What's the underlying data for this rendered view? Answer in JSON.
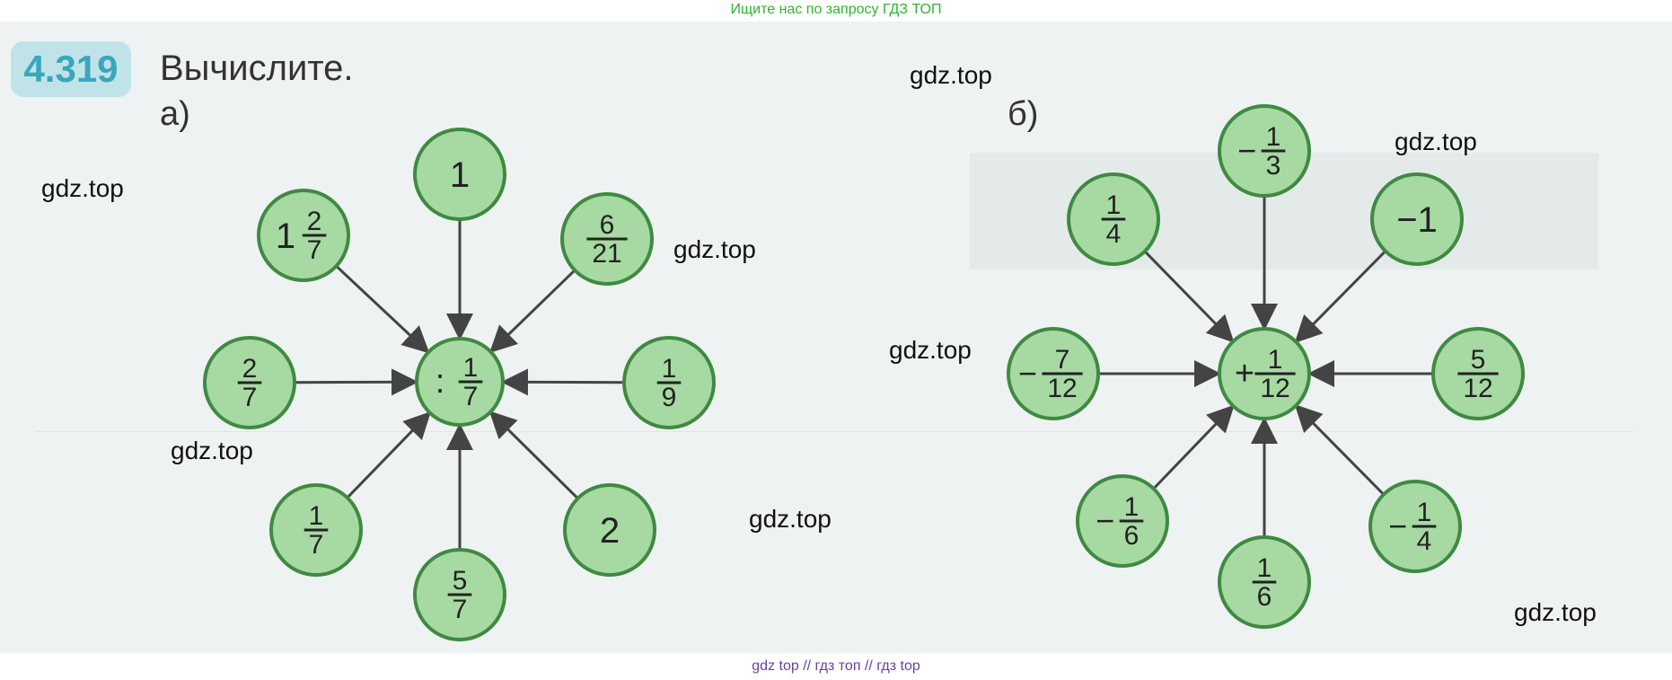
{
  "banner": {
    "top_text": "Ищите нас по запросу ГДЗ ТОП",
    "bottom_text": "gdz top  //  гдз топ  //  гдз top"
  },
  "task": {
    "number": "4.319",
    "instruction": "Вычислите.",
    "part_a_label": "а)",
    "part_b_label": "б)"
  },
  "watermarks": [
    "gdz.top",
    "gdz.top",
    "gdz.top",
    "gdz.top",
    "gdz.top",
    "gdz.top",
    "gdz.top",
    "gdz.top"
  ],
  "diagram_a": {
    "center": {
      "op": ":",
      "n": "1",
      "d": "7"
    },
    "nodes": [
      {
        "whole": "1"
      },
      {
        "sign": "",
        "int": "1",
        "n": "2",
        "d": "7"
      },
      {
        "n": "6",
        "d": "21"
      },
      {
        "n": "2",
        "d": "7"
      },
      {
        "n": "1",
        "d": "9"
      },
      {
        "n": "1",
        "d": "7"
      },
      {
        "whole": "2"
      },
      {
        "n": "5",
        "d": "7"
      }
    ]
  },
  "diagram_b": {
    "center": {
      "op": "+",
      "n": "1",
      "d": "12"
    },
    "nodes": [
      {
        "sign": "−",
        "n": "1",
        "d": "3"
      },
      {
        "n": "1",
        "d": "4"
      },
      {
        "whole": "−1"
      },
      {
        "sign": "−",
        "n": "7",
        "d": "12"
      },
      {
        "n": "5",
        "d": "12"
      },
      {
        "sign": "−",
        "n": "1",
        "d": "6"
      },
      {
        "n": "1",
        "d": "6"
      },
      {
        "sign": "−",
        "n": "1",
        "d": "4"
      }
    ]
  },
  "colors": {
    "node_fill": "#a7d9a3",
    "node_stroke": "#3f8a41",
    "arrow": "#444444",
    "badge_bg": "#bfe3e8",
    "badge_text": "#3aa6bc",
    "banner_top": "#2fb52f",
    "banner_bottom": "#6b3fa0"
  }
}
